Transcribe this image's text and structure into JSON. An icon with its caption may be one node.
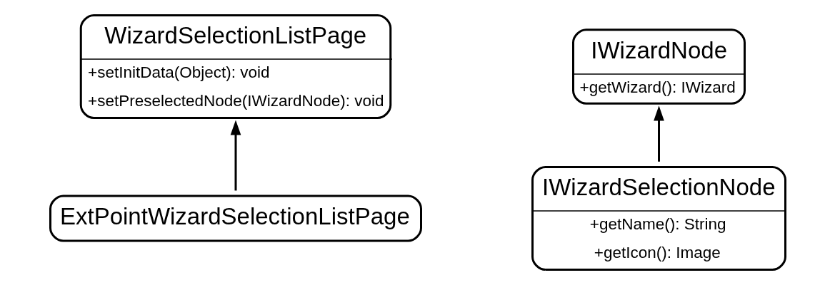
{
  "diagram": {
    "nodes": [
      {
        "text": [
          "WizardSelectionListPage",
          "+setInitData(Object): void",
          "+setPreselectedNode(IWizardNode): void"
        ]
      },
      {
        "text": [
          "ExtPointWizardSelectionListPage"
        ]
      },
      {
        "text": [
          "IWizardNode",
          "+getWizard(): IWizard"
        ]
      },
      {
        "text": [
          "IWizardSelectionNode",
          "+getName(): String",
          "+getIcon(): Image"
        ]
      }
    ],
    "edges": [
      {
        "from": 1,
        "to": 0,
        "arrow": "to"
      },
      {
        "from": 3,
        "to": 2,
        "arrow": "to"
      }
    ]
  }
}
